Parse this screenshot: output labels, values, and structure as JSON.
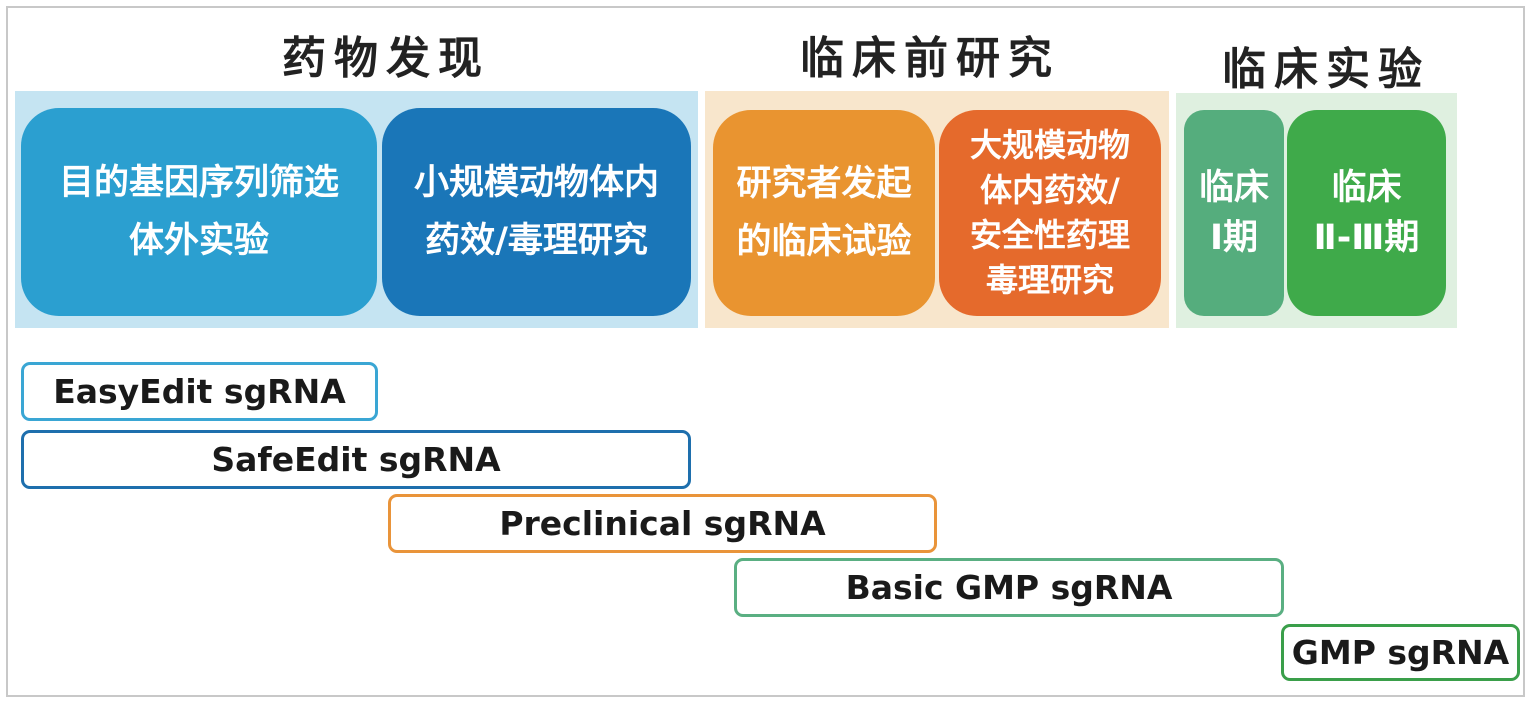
{
  "phases": {
    "discovery": {
      "title": "药物发现"
    },
    "preclinical": {
      "title": "临床前研究"
    },
    "clinical": {
      "title": "临床实验"
    }
  },
  "cards": {
    "screening": "目的基因序列筛选\n体外实验",
    "small_animal": "小规模动物体内\n药效/毒理研究",
    "investigator": "研究者发起\n的临床试验",
    "large_animal": "大规模动物\n体内药效/\n安全性药理\n毒理研究",
    "phase1": "临床\nⅠ期",
    "phase2_3": "临床\nⅡ-Ⅲ期"
  },
  "products": [
    {
      "label": "EasyEdit sgRNA"
    },
    {
      "label": "SafeEdit sgRNA"
    },
    {
      "label": "Preclinical sgRNA"
    },
    {
      "label": "Basic GMP sgRNA"
    },
    {
      "label": "GMP sgRNA"
    }
  ],
  "colors": {
    "discovery_panel": "#c5e4f2",
    "preclinical_panel": "#f8e6cc",
    "clinical_panel": "#dff0e0",
    "screening": "#2b9fd0",
    "small_animal": "#1a76b8",
    "investigator": "#e99430",
    "large_animal": "#e56a2c",
    "phase1": "#55ad7d",
    "phase2_3": "#3faa4a"
  }
}
